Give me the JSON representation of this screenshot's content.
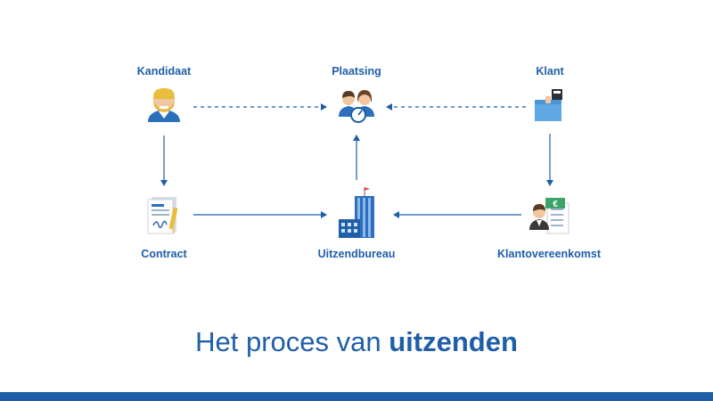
{
  "nodes": {
    "kandidaat": {
      "label": "Kandidaat",
      "icon": "person-icon"
    },
    "plaatsing": {
      "label": "Plaatsing",
      "icon": "people-gauge-icon"
    },
    "klant": {
      "label": "Klant",
      "icon": "client-box-icon"
    },
    "contract": {
      "label": "Contract",
      "icon": "contract-document-icon"
    },
    "uitzendbureau": {
      "label": "Uitzendbureau",
      "icon": "office-building-icon"
    },
    "klantovereenkomst": {
      "label": "Klantovereenkomst",
      "icon": "agreement-icon"
    }
  },
  "headline": {
    "prefix": "Het proces van ",
    "emphasis": "uitzenden"
  },
  "colors": {
    "primary": "#1f5ea8",
    "accent": "#e8bd3b",
    "footer": "#1f5ea8"
  }
}
